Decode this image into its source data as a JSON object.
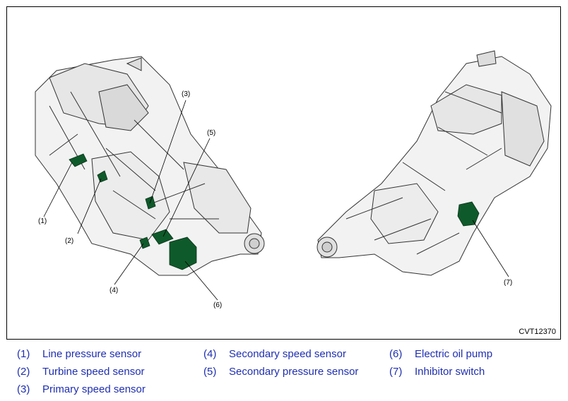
{
  "figure": {
    "figure_id": "CVT12370",
    "callouts": [
      "(1)",
      "(2)",
      "(3)",
      "(4)",
      "(5)",
      "(6)",
      "(7)"
    ]
  },
  "legend": [
    {
      "num": "(1)",
      "label": "Line pressure sensor"
    },
    {
      "num": "(2)",
      "label": "Turbine speed sensor"
    },
    {
      "num": "(3)",
      "label": "Primary speed sensor"
    },
    {
      "num": "(4)",
      "label": "Secondary speed sensor"
    },
    {
      "num": "(5)",
      "label": "Secondary pressure sensor"
    },
    {
      "num": "(6)",
      "label": "Electric oil pump"
    },
    {
      "num": "(7)",
      "label": "Inhibitor switch"
    }
  ],
  "colors": {
    "highlight": "#0f5a2a",
    "legend_text": "#1f2fb0",
    "frame": "#000000",
    "line_art": "#333333"
  }
}
